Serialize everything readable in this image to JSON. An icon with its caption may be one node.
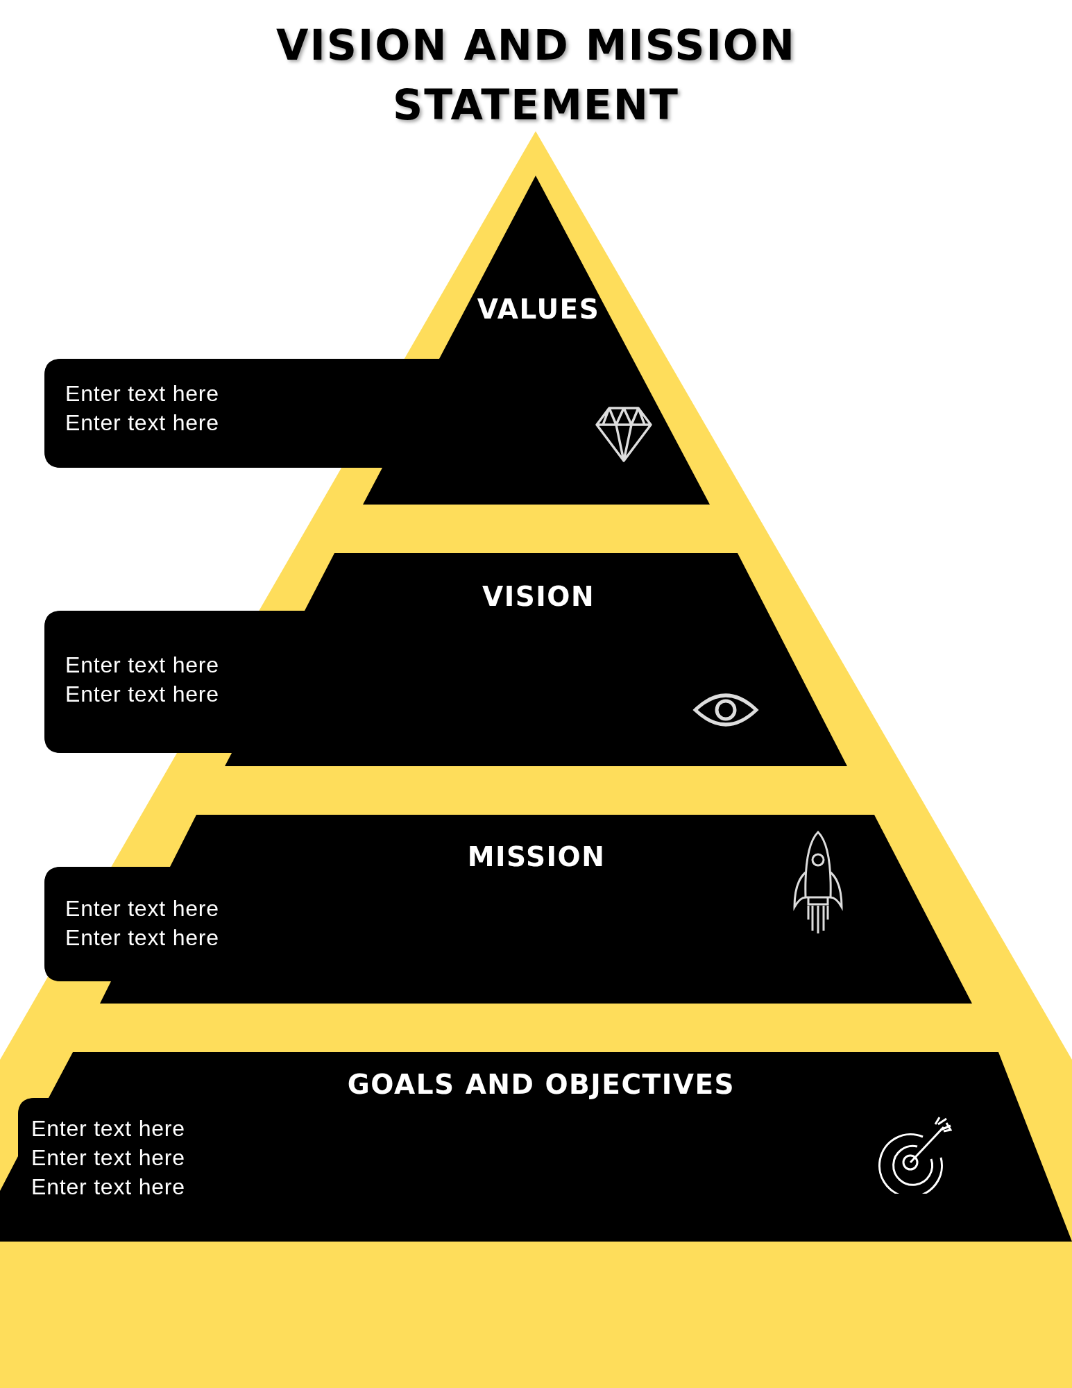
{
  "diagram": {
    "title": "VISION AND MISSION STATEMENT",
    "nodes": [
      {
        "text": [
          "VALUES"
        ]
      },
      {
        "text": [
          "Enter text here",
          "Enter text here"
        ],
        "in": 0
      },
      {
        "text": [
          "VISION"
        ]
      },
      {
        "text": [
          "Enter text here",
          "Enter text here"
        ],
        "in": 2
      },
      {
        "text": [
          "MISSION"
        ]
      },
      {
        "text": [
          "Enter text here",
          "Enter text here"
        ],
        "in": 4
      },
      {
        "text": [
          "GOALS AND OBJECTIVES"
        ]
      },
      {
        "text": [
          "Enter text here",
          "Enter text here",
          "Enter text here"
        ],
        "in": 6
      }
    ],
    "edges": []
  }
}
